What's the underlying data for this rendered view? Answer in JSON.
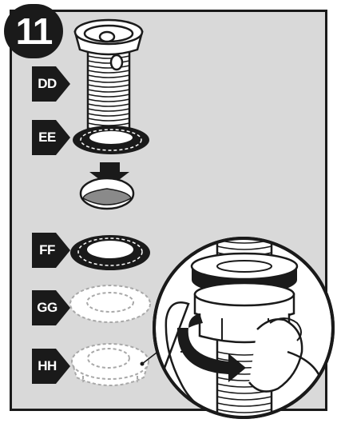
{
  "step": {
    "number": "11"
  },
  "parts": [
    {
      "label": "DD"
    },
    {
      "label": "EE"
    },
    {
      "label": "FF"
    },
    {
      "label": "GG"
    },
    {
      "label": "HH"
    }
  ],
  "colors": {
    "background": "#d9d9d9",
    "ink": "#1a1a1a",
    "drain_hole": "#8a8a8a"
  }
}
